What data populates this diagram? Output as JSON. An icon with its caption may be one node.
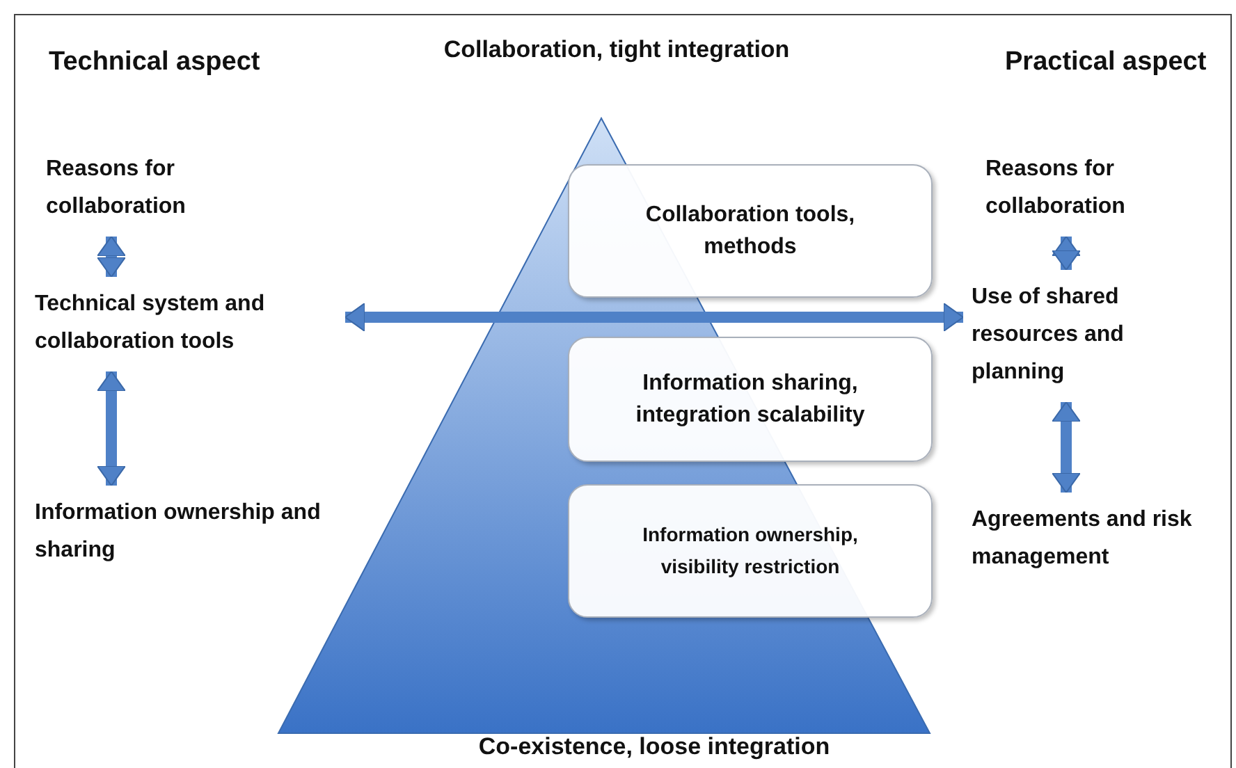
{
  "diagram": {
    "nodes": [
      {
        "text": [
          "Reasons for collaboration"
        ]
      },
      {
        "text": [
          "Technical system and collaboration tools"
        ]
      },
      {
        "text": [
          "Information ownership and sharing"
        ]
      },
      {
        "text": [
          "Collaboration tools, methods"
        ]
      },
      {
        "text": [
          "Information sharing, integration scalability"
        ]
      },
      {
        "text": [
          "Information ownership, visibility restriction"
        ]
      },
      {
        "text": [
          "Reasons for collaboration"
        ]
      },
      {
        "text": [
          "Use of shared resources and planning"
        ]
      },
      {
        "text": [
          "Agreements and risk management"
        ]
      }
    ],
    "edges": [
      {
        "from": 0,
        "to": 1,
        "arrow": "both"
      },
      {
        "from": 1,
        "to": 2,
        "arrow": "both"
      },
      {
        "from": 6,
        "to": 7,
        "arrow": "both"
      },
      {
        "from": 7,
        "to": 8,
        "arrow": "both"
      },
      {
        "from": 1,
        "to": 7,
        "arrow": "both"
      }
    ],
    "labels": [
      "Technical aspect",
      "Collaboration, tight integration",
      "Practical aspect",
      "Co-existence, loose integration"
    ]
  }
}
